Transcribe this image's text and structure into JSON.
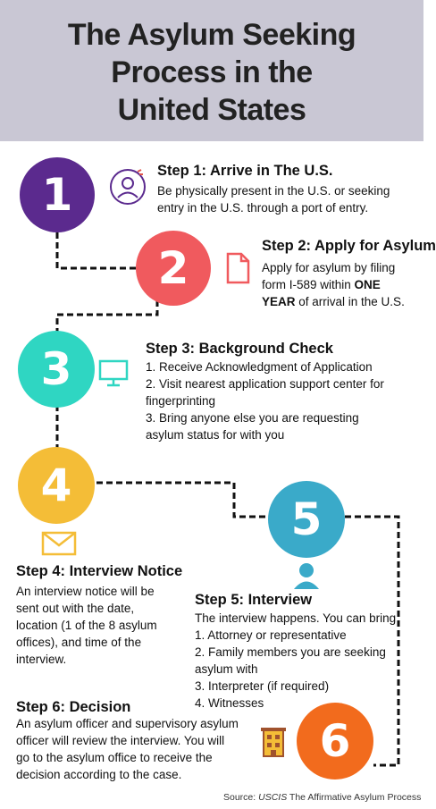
{
  "title": [
    "The Asylum Seeking",
    "Process in the",
    "United States"
  ],
  "steps": [
    {
      "number": "1",
      "title": "Step 1: Arrive in The U.S.",
      "lines": [
        "Be physically present in the U.S. or seeking",
        "entry in the U.S. through a port of entry."
      ],
      "color": "#5b2a8e",
      "icon": "person-icon"
    },
    {
      "number": "2",
      "title": "Step 2: Apply for Asylum",
      "lines_a": "Apply for asylum by filing",
      "lines_b": "form I-589 within ",
      "bold_1": "ONE",
      "bold_2": "YEAR",
      "lines_c": " of arrival in the U.S.",
      "color": "#f05a5e",
      "icon": "document-icon"
    },
    {
      "number": "3",
      "title": "Step 3: Background Check",
      "lines": [
        "1. Receive Acknowledgment of Application",
        "2. Visit nearest application support center for",
        "fingerprinting",
        "3. Bring anyone else you are requesting",
        "asylum status for with you"
      ],
      "color": "#2fd6c2",
      "icon": "monitor-icon"
    },
    {
      "number": "4",
      "title": "Step 4: Interview Notice",
      "lines": [
        "An interview notice will be",
        "sent out with the date,",
        "location (1 of the 8 asylum",
        "offices), and time of the",
        "interview."
      ],
      "color": "#f4bd37",
      "icon": "envelope-icon"
    },
    {
      "number": "5",
      "title": "Step 5: Interview",
      "lines": [
        "The interview happens. You can bring",
        "1. Attorney or representative",
        "2. Family members you are seeking",
        "asylum with",
        "3. Interpreter (if required)",
        "4. Witnesses"
      ],
      "color": "#3aaac9",
      "icon": "user-icon"
    },
    {
      "number": "6",
      "title": "Step 6: Decision",
      "lines": [
        "An asylum officer and supervisory asylum",
        "officer will review the interview. You will",
        "go to the asylum office to receive the",
        "decision according to the case."
      ],
      "color": "#f26b1d",
      "icon": "building-icon"
    }
  ],
  "source": {
    "prefix": "Source: ",
    "italic": "USCIS",
    "suffix": " The Affirmative Asylum Process"
  }
}
